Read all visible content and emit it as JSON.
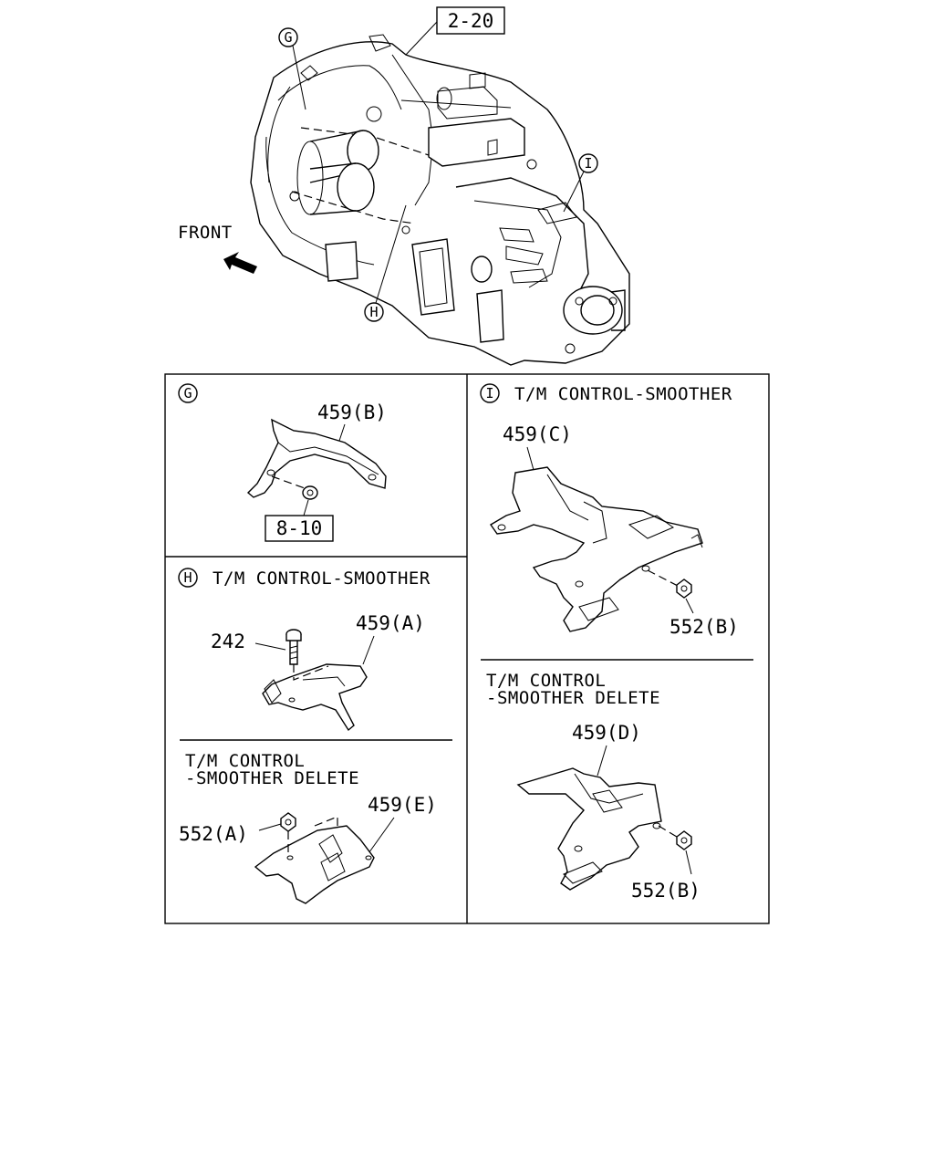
{
  "top": {
    "ref_box": "2-20",
    "front_label": "FRONT",
    "callouts": {
      "g": "G",
      "h": "H",
      "i": "I"
    }
  },
  "panels": {
    "g": {
      "marker": "G",
      "part_label": "459(B)",
      "ref_box": "8-10"
    },
    "h": {
      "marker": "H",
      "title": "T/M CONTROL-SMOOTHER",
      "bolt_label": "242",
      "bracket_label": "459(A)",
      "delete_title_line1": "T/M CONTROL",
      "delete_title_line2": "-SMOOTHER DELETE",
      "nut_label": "552(A)",
      "delete_bracket_label": "459(E)"
    },
    "i": {
      "marker": "I",
      "title": "T/M CONTROL-SMOOTHER",
      "bracket_label": "459(C)",
      "nut_label": "552(B)",
      "delete_title_line1": "T/M CONTROL",
      "delete_title_line2": "-SMOOTHER DELETE",
      "delete_bracket_label": "459(D)",
      "delete_nut_label": "552(B)"
    }
  }
}
